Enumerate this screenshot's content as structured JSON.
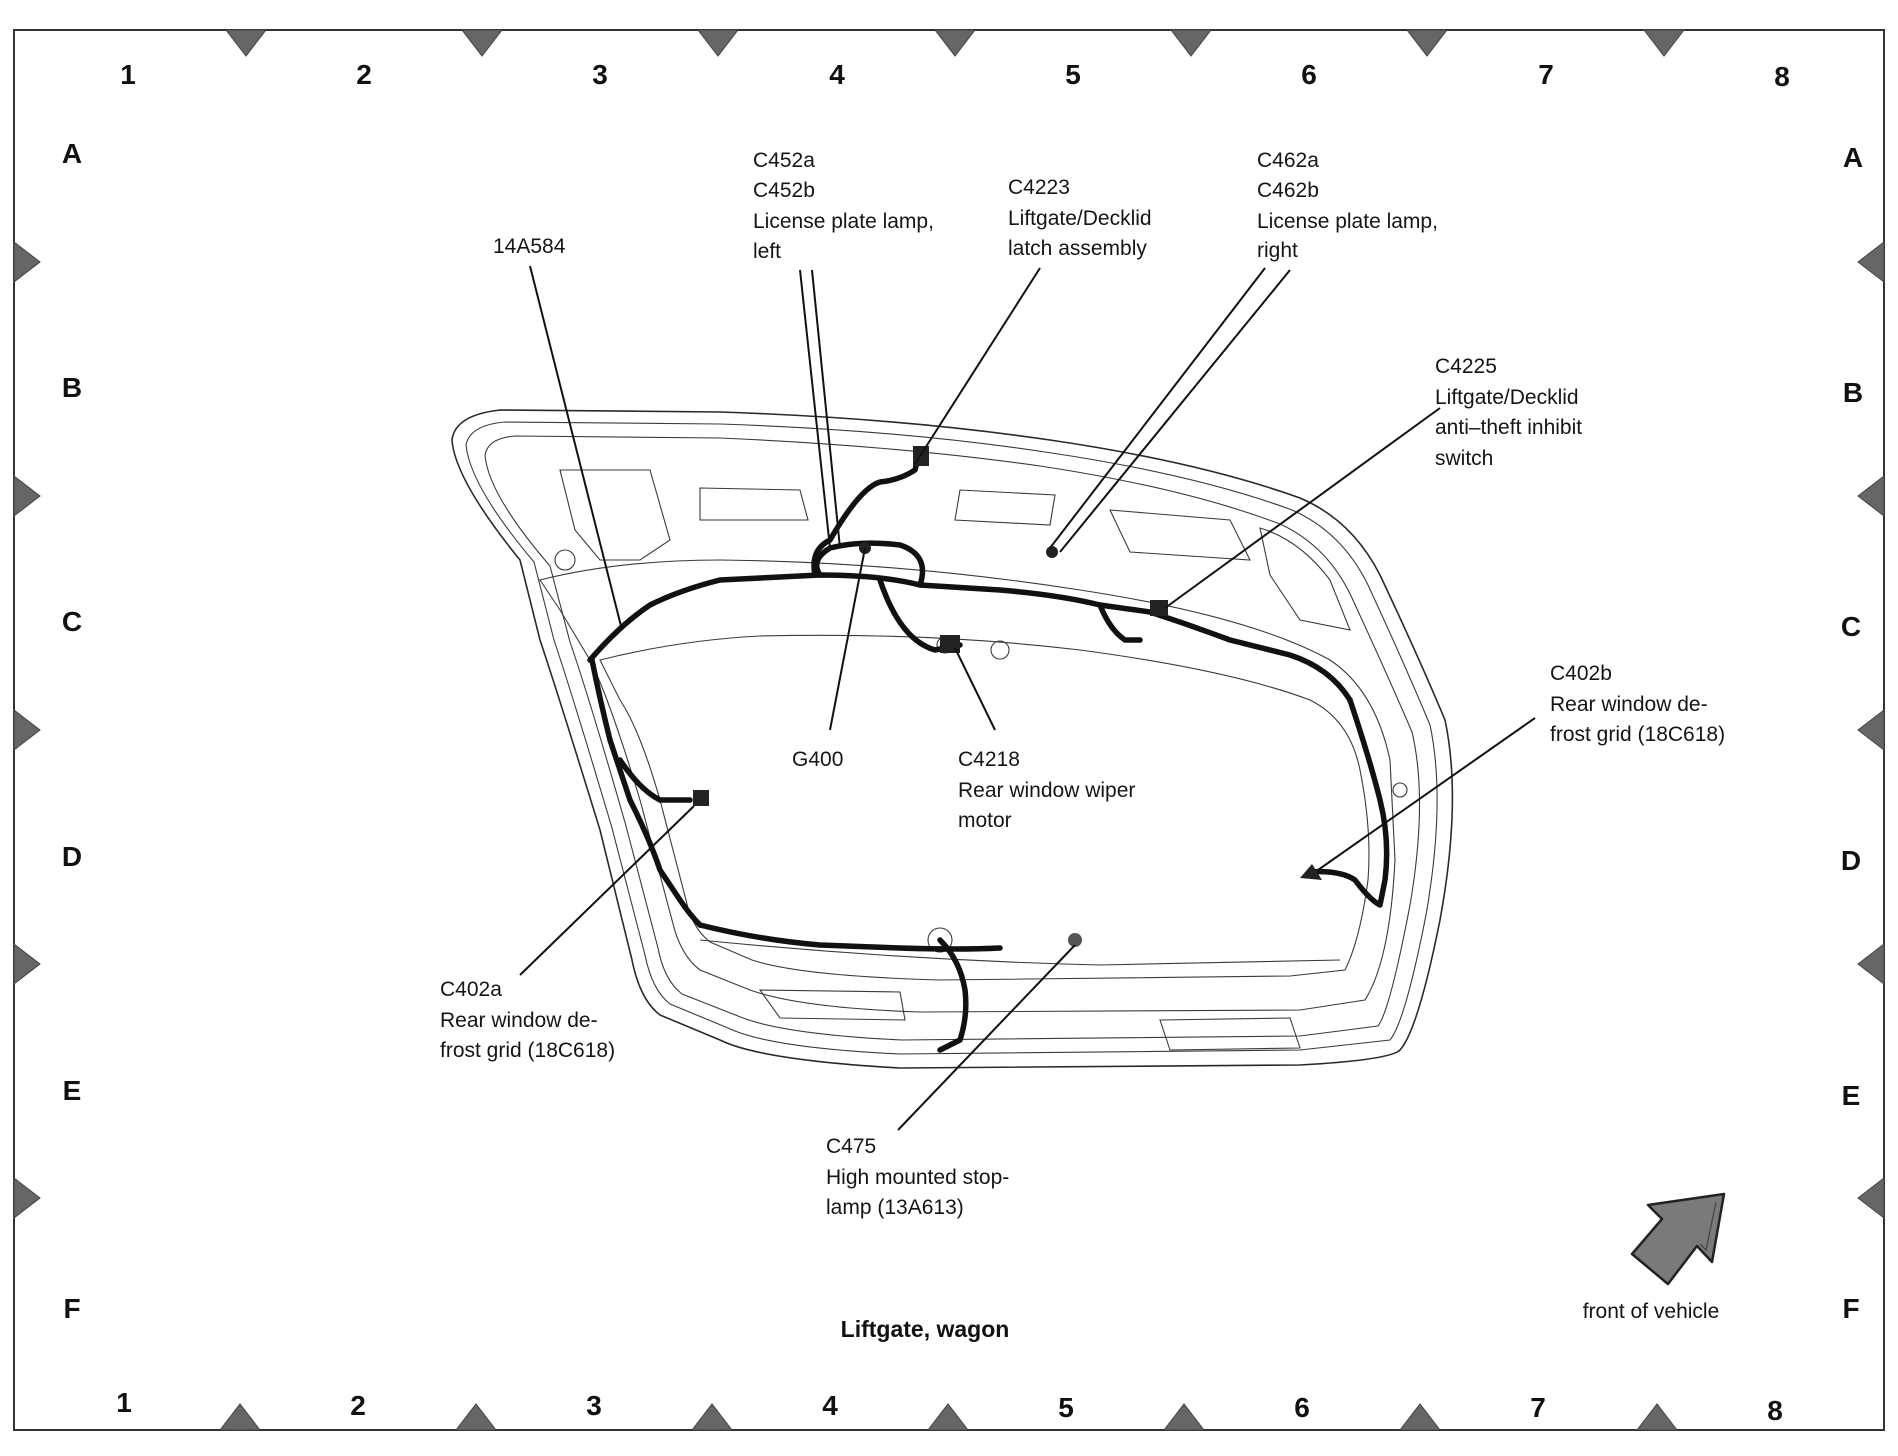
{
  "title": "Liftgate, wagon",
  "grid": {
    "columns": [
      "1",
      "2",
      "3",
      "4",
      "5",
      "6",
      "7",
      "8"
    ],
    "rows": [
      "A",
      "B",
      "C",
      "D",
      "E",
      "F"
    ]
  },
  "callouts": {
    "c14a584": {
      "lines": [
        "14A584"
      ]
    },
    "c452": {
      "lines": [
        "C452a",
        "C452b",
        "License plate lamp,",
        "left"
      ]
    },
    "c4223": {
      "lines": [
        "C4223",
        "Liftgate/Decklid",
        "latch assembly"
      ]
    },
    "c462": {
      "lines": [
        "C462a",
        "C462b",
        "License plate lamp,",
        "right"
      ]
    },
    "c4225": {
      "lines": [
        "C4225",
        "Liftgate/Decklid",
        "anti–theft inhibit",
        "switch"
      ]
    },
    "g400": {
      "lines": [
        "G400"
      ]
    },
    "c4218": {
      "lines": [
        "C4218",
        "Rear window wiper",
        "motor"
      ]
    },
    "c402b": {
      "lines": [
        "C402b",
        "Rear window de-",
        "frost grid (18C618)"
      ]
    },
    "c402a": {
      "lines": [
        "C402a",
        "Rear window de-",
        "frost grid (18C618)"
      ]
    },
    "c475": {
      "lines": [
        "C475",
        "High mounted stop-",
        "lamp (13A613)"
      ]
    }
  },
  "front_label": "front of vehicle",
  "icons": {
    "front_arrow": "front-of-vehicle-arrow-icon"
  }
}
